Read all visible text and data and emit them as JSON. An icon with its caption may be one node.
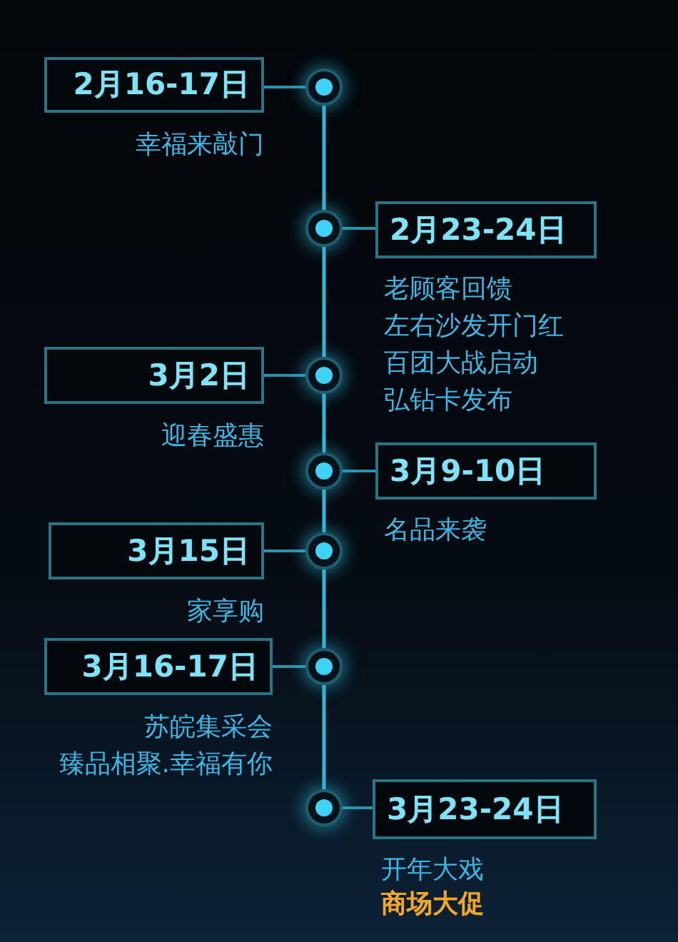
{
  "diagram": {
    "nodes": [
      {
        "text": [
          "2月16-17日"
        ],
        "beside": [
          "幸福来敲门"
        ]
      },
      {
        "text": [],
        "shape": "circle"
      },
      {
        "text": [],
        "shape": "circle"
      },
      {
        "text": [
          "2月23-24日"
        ],
        "beside": [
          "老顾客回馈",
          "左右沙发开门红",
          "百团大战启动",
          "弘钻卡发布"
        ]
      },
      {
        "text": [
          "3月2日"
        ],
        "beside": [
          "迎春盛惠"
        ]
      },
      {
        "text": [],
        "shape": "circle"
      },
      {
        "text": [],
        "shape": "circle"
      },
      {
        "text": [
          "3月9-10日"
        ],
        "beside": [
          "名品来袭"
        ]
      },
      {
        "text": [
          "3月15日"
        ],
        "beside": [
          "家享购"
        ]
      },
      {
        "text": [],
        "shape": "circle"
      },
      {
        "text": [
          "3月16-17日"
        ],
        "beside": [
          "苏皖集采会",
          "臻品相聚.幸福有你"
        ]
      },
      {
        "text": [],
        "shape": "circle"
      },
      {
        "text": [],
        "shape": "circle"
      },
      {
        "text": [
          "3月23-24日"
        ],
        "beside": [
          "开年大戏"
        ]
      }
    ],
    "edges": [
      {
        "from": 0,
        "to": 1,
        "arrow": "none"
      },
      {
        "from": 2,
        "to": 3,
        "arrow": "none"
      },
      {
        "from": 4,
        "to": 5,
        "arrow": "none"
      },
      {
        "from": 6,
        "to": 7,
        "arrow": "none"
      },
      {
        "from": 8,
        "to": 9,
        "arrow": "none"
      },
      {
        "from": 10,
        "to": 11,
        "arrow": "none"
      },
      {
        "from": 12,
        "to": 13,
        "arrow": "none"
      },
      {
        "from": 1,
        "to": 2,
        "arrow": "none"
      },
      {
        "from": 2,
        "to": 5,
        "arrow": "none"
      },
      {
        "from": 5,
        "to": 6,
        "arrow": "none"
      },
      {
        "from": 6,
        "to": 9,
        "arrow": "none"
      },
      {
        "from": 9,
        "to": 11,
        "arrow": "none"
      },
      {
        "from": 11,
        "to": 12,
        "arrow": "none"
      }
    ],
    "labels": [
      "商场大促"
    ]
  }
}
